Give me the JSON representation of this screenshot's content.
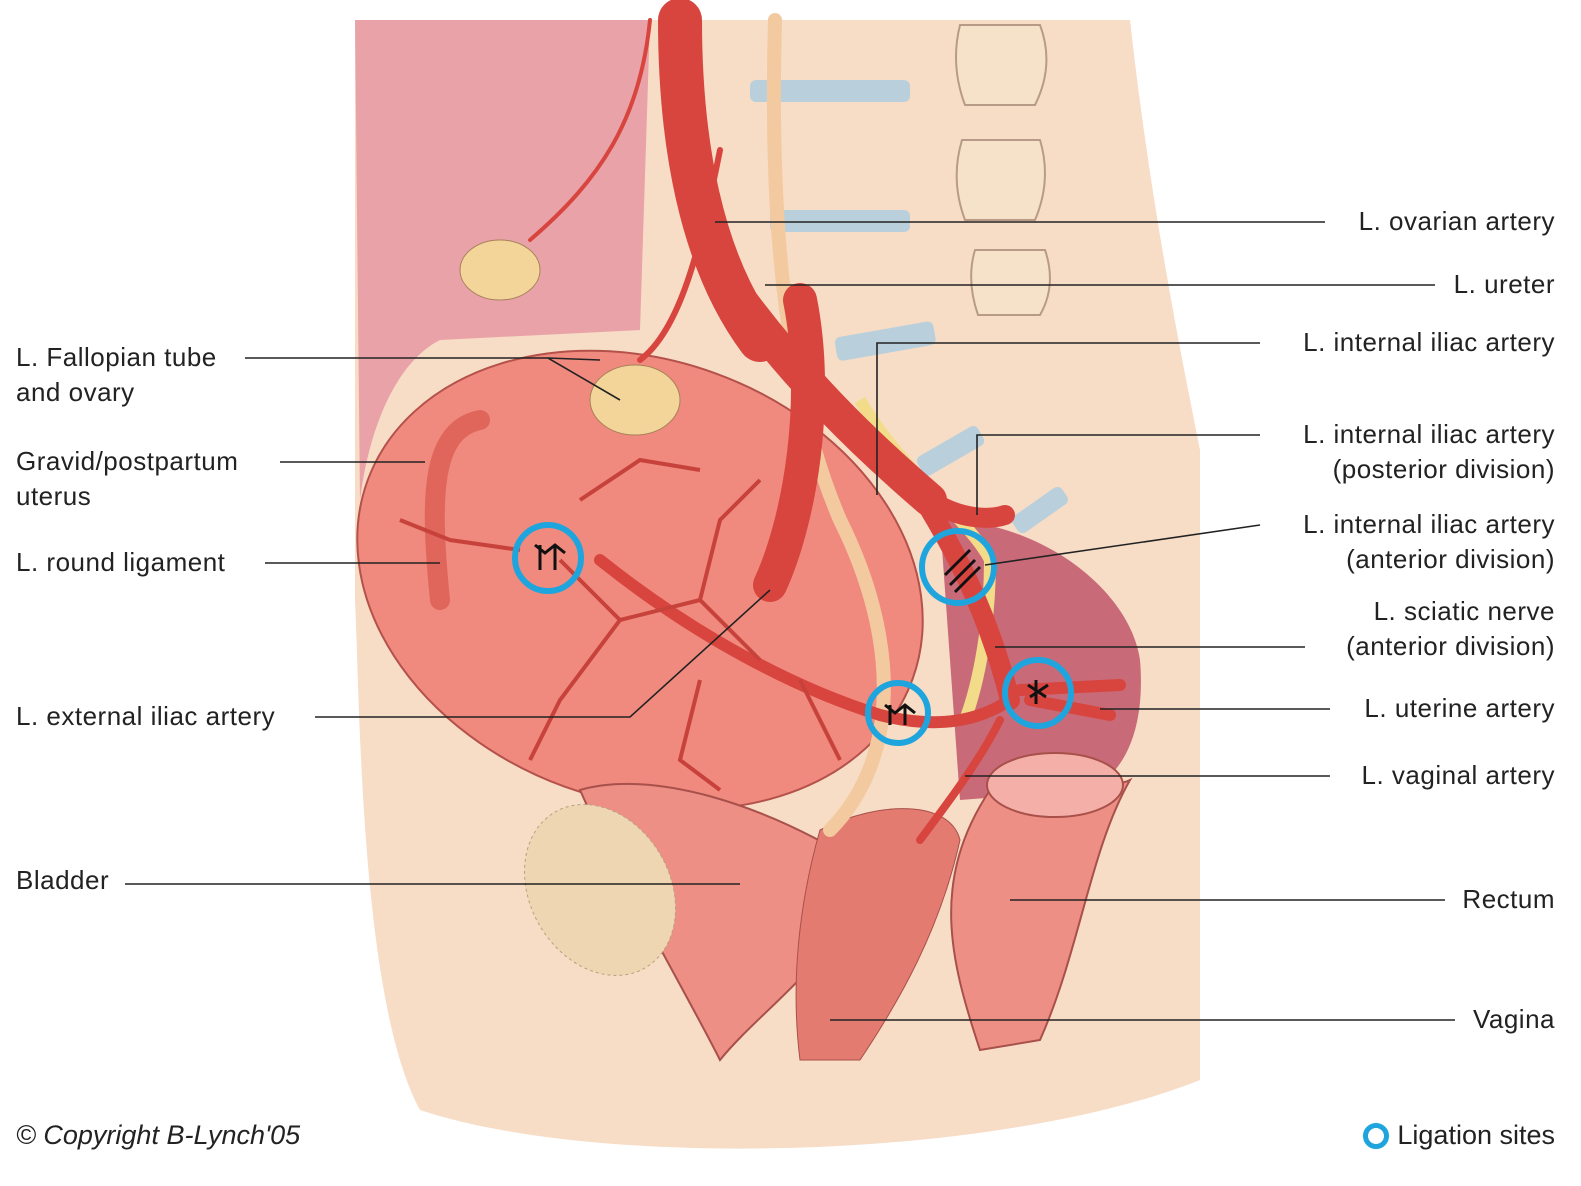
{
  "labels_left": {
    "fallopian_1": "L. Fallopian tube",
    "fallopian_2": "and ovary",
    "uterus_1": "Gravid/postpartum",
    "uterus_2": "uterus",
    "round_ligament": "L. round ligament",
    "external_iliac": "L. external iliac artery",
    "bladder": "Bladder"
  },
  "labels_right": {
    "ovarian_artery": "L. ovarian artery",
    "ureter": "L. ureter",
    "internal_iliac": "L. internal iliac artery",
    "posterior_1": "L. internal iliac artery",
    "posterior_2": "(posterior division)",
    "anterior_1": "L. internal iliac artery",
    "anterior_2": "(anterior division)",
    "sciatic_1": "L. sciatic nerve",
    "sciatic_2": "(anterior division)",
    "uterine_artery": "L. uterine artery",
    "vaginal_artery": "L. vaginal artery",
    "rectum": "Rectum",
    "vagina": "Vagina"
  },
  "copyright": "© Copyright B-Lynch'05",
  "legend": {
    "label": "Ligation sites",
    "color": "#1ea5dd"
  },
  "colors": {
    "artery": "#d8453f",
    "uterus": "#f08a7e",
    "skin": "#f6d9c0",
    "ureter": "#f3c9a0",
    "nerve": "#f2dc8a"
  }
}
